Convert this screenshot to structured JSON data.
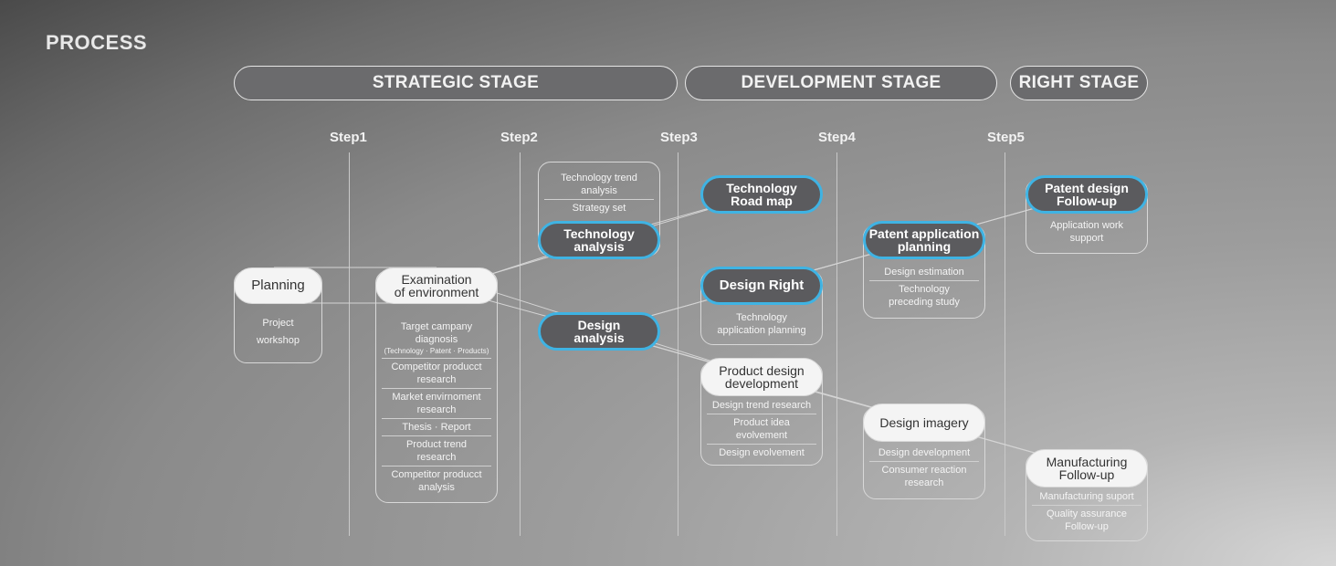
{
  "title": "PROCESS",
  "stages": [
    "STRATEGIC STAGE",
    "DEVELOPMENT STAGE",
    "RIGHT STAGE"
  ],
  "steps": [
    "Step1",
    "Step2",
    "Step3",
    "Step4",
    "Step5"
  ],
  "nodes": {
    "planning": "Planning",
    "examination": "Examination\nof environment",
    "technology_analysis": "Technology\nanalysis",
    "design_analysis": "Design\nanalysis",
    "technology_road_map": "Technology\nRoad map",
    "design_right": "Design Right",
    "product_design_development": "Product design\ndevelopment",
    "patent_application_planning": "Patent application\nplanning",
    "design_imagery": "Design imagery",
    "patent_design_followup": "Patent design\nFollow-up",
    "manufacturing_followup": "Manufacturing\nFollow-up"
  },
  "cards": {
    "planning": [
      "Project\nworkshop"
    ],
    "examination": [
      "Target campany\ndiagnosis",
      "Competitor producct\nresearch",
      "Market envirnoment\nresearch",
      "Thesis · Report",
      "Product trend\nresearch",
      "Competitor producct\nanalysis"
    ],
    "examination_small": "(Technology · Patent · Products)",
    "technology_analysis": [
      "Technology trend\nanalysis",
      "Strategy set"
    ],
    "design_right": [
      "Technology\napplication planning"
    ],
    "product_design_development": [
      "Design trend research",
      "Product idea evolvement",
      "Design evolvement"
    ],
    "patent_application_planning": [
      "Design estimation",
      "Technology\npreceding study"
    ],
    "design_imagery": [
      "Design development",
      "Consumer reaction\nresearch"
    ],
    "patent_design_followup": [
      "Application work\nsupport"
    ],
    "manufacturing_followup": [
      "Manufacturing suport",
      "Quality assurance\nFollow-up"
    ]
  }
}
